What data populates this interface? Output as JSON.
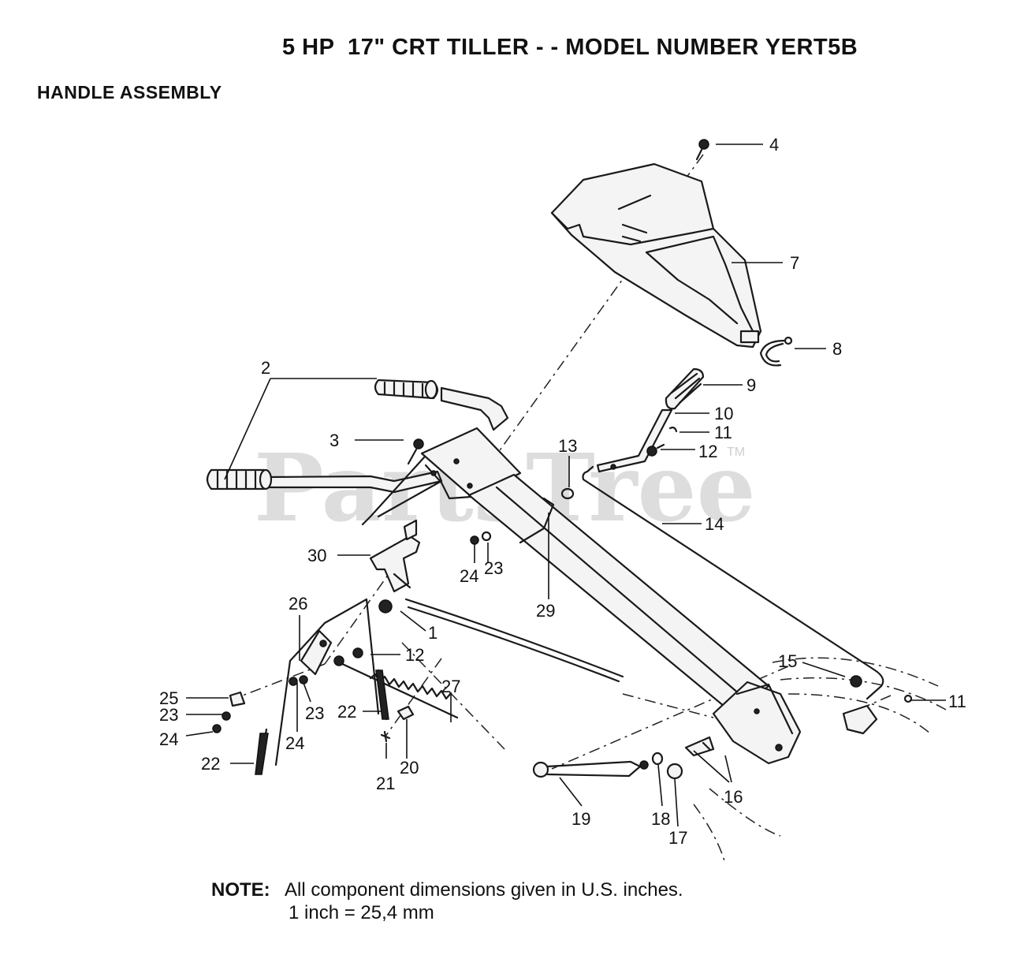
{
  "header": {
    "title": "5 HP  17\" CRT TILLER - - MODEL NUMBER YERT5B",
    "section": "HANDLE ASSEMBLY"
  },
  "watermark": {
    "text": "PartsTree",
    "tm": "TM"
  },
  "note": {
    "label": "NOTE:",
    "line1": "All component dimensions given in U.S. inches.",
    "line2": "1 inch = 25,4 mm"
  },
  "callouts": {
    "c1": "1",
    "c2": "2",
    "c3": "3",
    "c4": "4",
    "c7": "7",
    "c8": "8",
    "c9": "9",
    "c10": "10",
    "c11a": "11",
    "c11b": "11",
    "c12a": "12",
    "c12b": "12",
    "c13": "13",
    "c14": "14",
    "c15": "15",
    "c16": "16",
    "c17": "17",
    "c18": "18",
    "c19": "19",
    "c20": "20",
    "c21": "21",
    "c22a": "22",
    "c22b": "22",
    "c23a": "23",
    "c23b": "23",
    "c23c": "23",
    "c24a": "24",
    "c24b": "24",
    "c24c": "24",
    "c25": "25",
    "c26": "26",
    "c27": "27",
    "c29": "29",
    "c30": "30"
  }
}
